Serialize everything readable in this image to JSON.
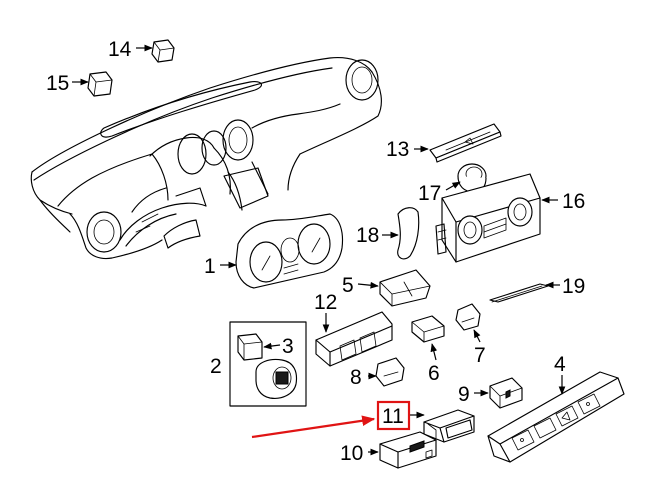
{
  "callouts": [
    {
      "key": "1",
      "text": "1"
    },
    {
      "key": "2",
      "text": "2"
    },
    {
      "key": "3",
      "text": "3"
    },
    {
      "key": "4",
      "text": "4"
    },
    {
      "key": "5",
      "text": "5"
    },
    {
      "key": "6",
      "text": "6"
    },
    {
      "key": "7",
      "text": "7"
    },
    {
      "key": "8",
      "text": "8"
    },
    {
      "key": "9",
      "text": "9"
    },
    {
      "key": "10",
      "text": "10"
    },
    {
      "key": "11",
      "text": "11"
    },
    {
      "key": "12",
      "text": "12"
    },
    {
      "key": "13",
      "text": "13"
    },
    {
      "key": "14",
      "text": "14"
    },
    {
      "key": "15",
      "text": "15"
    },
    {
      "key": "16",
      "text": "16"
    },
    {
      "key": "17",
      "text": "17"
    },
    {
      "key": "18",
      "text": "18"
    },
    {
      "key": "19",
      "text": "19"
    }
  ],
  "highlight": {
    "callout": "11",
    "color": "#e01414"
  }
}
